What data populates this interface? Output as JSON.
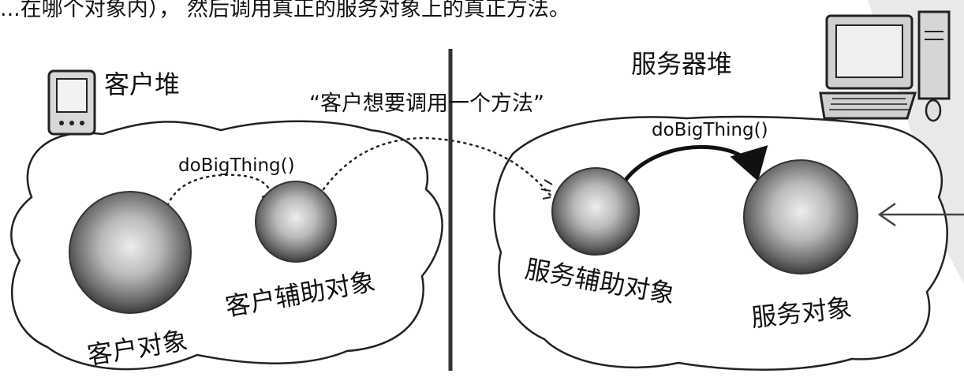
{
  "header_text": "...在哪个对象内）， 然后调用真正的服务对象上的真正方法。",
  "client_heap": {
    "title": "客户堆"
  },
  "server_heap": {
    "title": "服务器堆"
  },
  "quote": "“客户想要调用一个方法”",
  "client_method_call": "doBigThing()",
  "server_method_call": "doBigThing()",
  "objects": {
    "client_object": "客户对象",
    "client_helper": "客户辅助对象",
    "service_helper": "服务辅助对象",
    "service_object": "服务对象"
  },
  "colors": {
    "ink": "#111111",
    "sphere_dark": "#4a4a4a",
    "sphere_light": "#e6e6e6",
    "paper": "#ffffff"
  }
}
